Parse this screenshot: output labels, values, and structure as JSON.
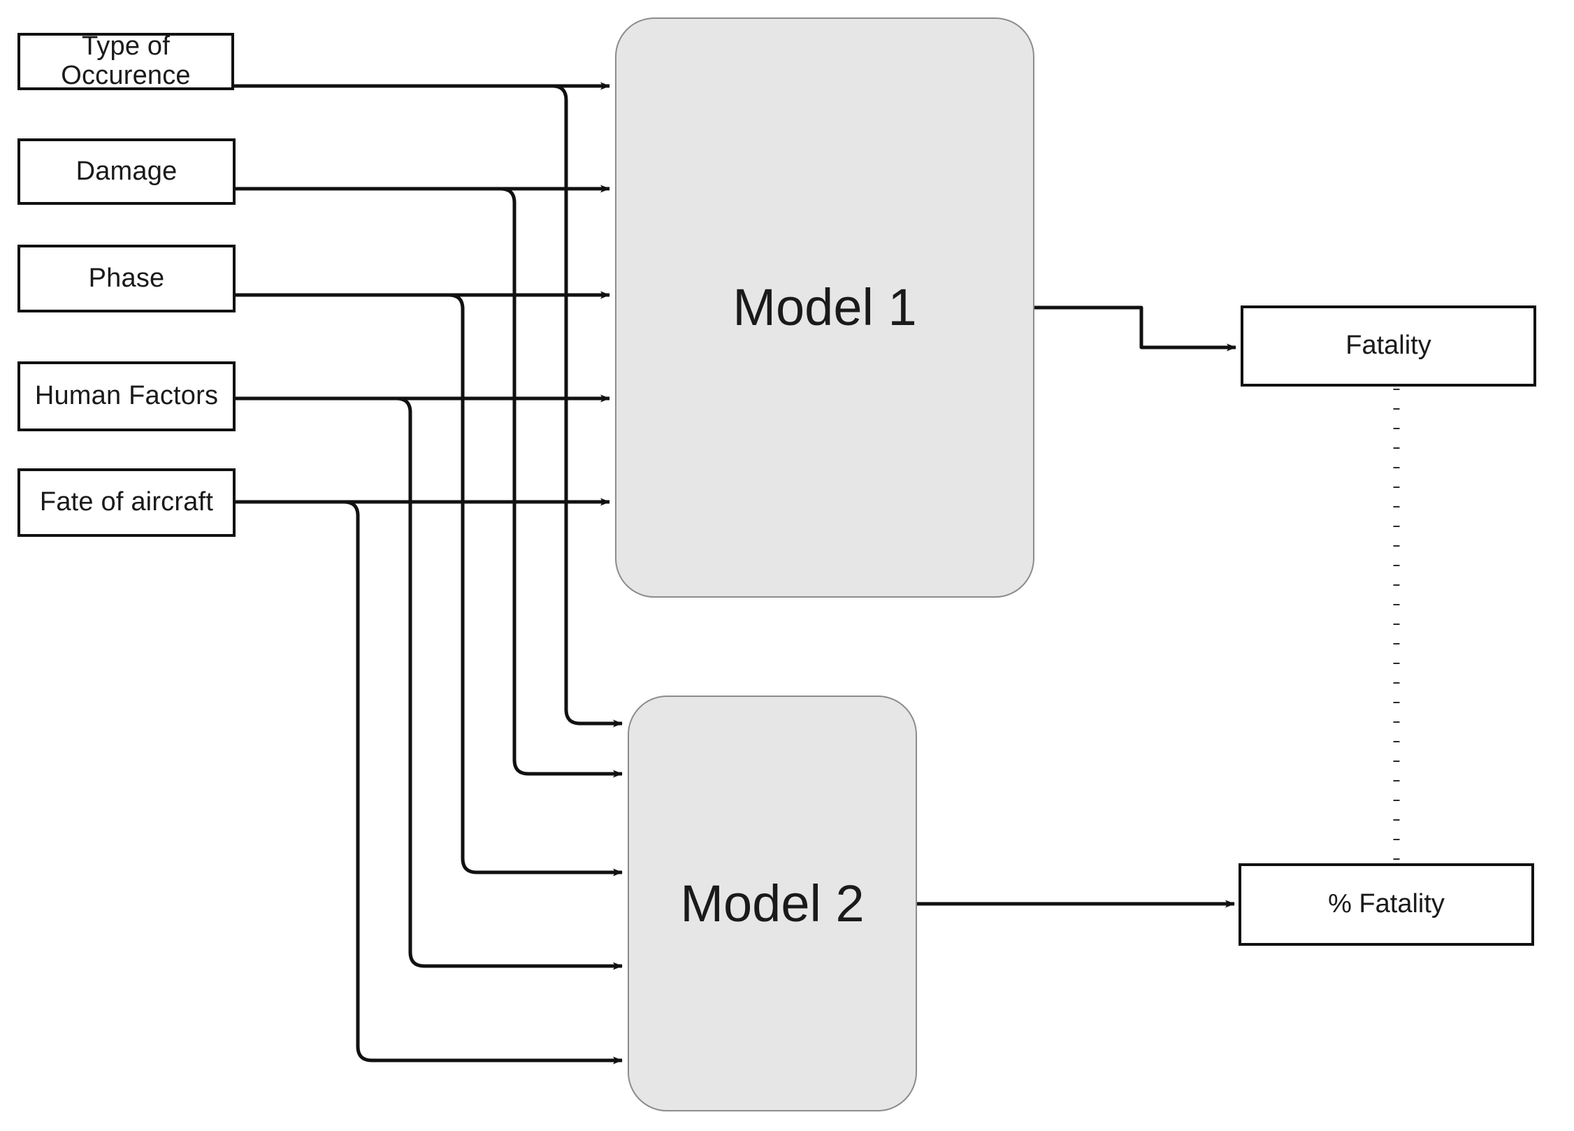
{
  "diagram": {
    "title": "Two-model aviation fatality prediction flow",
    "background_color": "#ffffff",
    "box_border_color": "#111111",
    "model_fill_color": "#e6e6e6",
    "model_border_color": "#8c8c8c",
    "connector_color": "#111111",
    "dotted_connector_color": "#2b2b2b"
  },
  "inputs": [
    {
      "id": "type-of-occurence",
      "label": "Type of Occurence"
    },
    {
      "id": "damage",
      "label": "Damage"
    },
    {
      "id": "phase",
      "label": "Phase"
    },
    {
      "id": "human-factors",
      "label": "Human Factors"
    },
    {
      "id": "fate-of-aircraft",
      "label": "Fate of aircraft"
    }
  ],
  "models": [
    {
      "id": "model-1",
      "label": "Model 1"
    },
    {
      "id": "model-2",
      "label": "Model 2"
    }
  ],
  "outputs": [
    {
      "id": "fatality",
      "label": "Fatality"
    },
    {
      "id": "percent-fatality",
      "label": "% Fatality"
    }
  ],
  "edges": [
    {
      "from": "type-of-occurence",
      "to": "model-1",
      "style": "solid",
      "arrow": true
    },
    {
      "from": "damage",
      "to": "model-1",
      "style": "solid",
      "arrow": true
    },
    {
      "from": "phase",
      "to": "model-1",
      "style": "solid",
      "arrow": true
    },
    {
      "from": "human-factors",
      "to": "model-1",
      "style": "solid",
      "arrow": true
    },
    {
      "from": "fate-of-aircraft",
      "to": "model-1",
      "style": "solid",
      "arrow": true
    },
    {
      "from": "type-of-occurence",
      "to": "model-2",
      "style": "solid",
      "arrow": true
    },
    {
      "from": "damage",
      "to": "model-2",
      "style": "solid",
      "arrow": true
    },
    {
      "from": "phase",
      "to": "model-2",
      "style": "solid",
      "arrow": true
    },
    {
      "from": "human-factors",
      "to": "model-2",
      "style": "solid",
      "arrow": true
    },
    {
      "from": "fate-of-aircraft",
      "to": "model-2",
      "style": "solid",
      "arrow": true
    },
    {
      "from": "model-1",
      "to": "fatality",
      "style": "solid",
      "arrow": true
    },
    {
      "from": "model-2",
      "to": "percent-fatality",
      "style": "solid",
      "arrow": true
    },
    {
      "from": "fatality",
      "to": "percent-fatality",
      "style": "dotted",
      "arrow": false
    }
  ]
}
